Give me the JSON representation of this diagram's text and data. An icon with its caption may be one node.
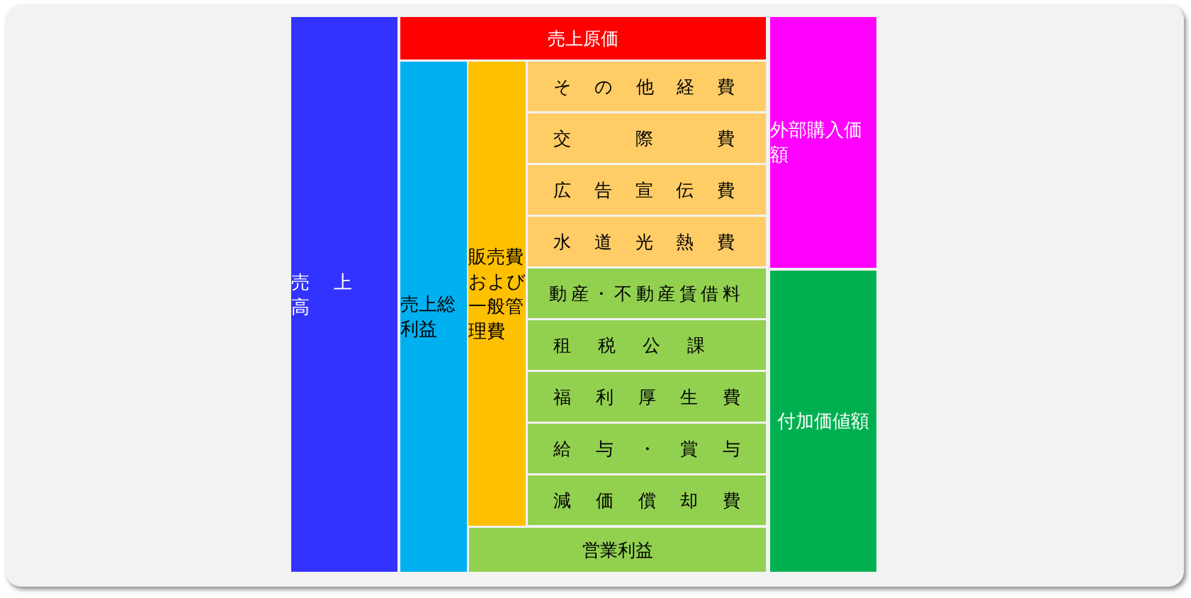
{
  "diagram": {
    "nodes": [
      {
        "text": [
          "売上高"
        ]
      },
      {
        "text": [
          "売上原価"
        ]
      },
      {
        "text": [
          "売上総利益"
        ]
      },
      {
        "text": [
          "販売費および一般管理費"
        ]
      },
      {
        "text": [
          "その他経費"
        ]
      },
      {
        "text": [
          "交際費"
        ]
      },
      {
        "text": [
          "広告宣伝費"
        ]
      },
      {
        "text": [
          "水道光熱費"
        ]
      },
      {
        "text": [
          "動産・不動産賃借料"
        ]
      },
      {
        "text": [
          "租税公課"
        ]
      },
      {
        "text": [
          "福利厚生費"
        ]
      },
      {
        "text": [
          "給与・賞与"
        ]
      },
      {
        "text": [
          "減価償却費"
        ]
      },
      {
        "text": [
          "営業利益"
        ]
      },
      {
        "text": [
          "外部購入価額"
        ]
      },
      {
        "text": [
          "付加価値額"
        ]
      }
    ]
  }
}
